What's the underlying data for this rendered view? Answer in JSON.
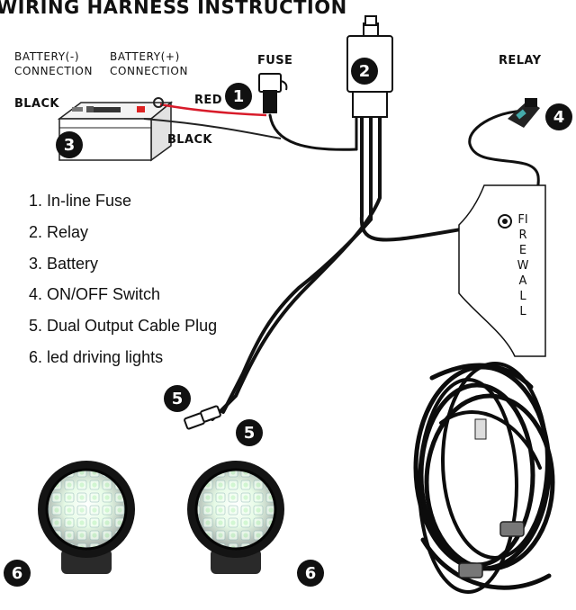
{
  "title": "WIRING HARNESS INSTRUCTION",
  "labels": {
    "battery_neg": "BATTERY(-)",
    "battery_neg_sub": "CONNECTION",
    "battery_pos": "BATTERY(+)",
    "battery_pos_sub": "CONNECTION",
    "fuse": "FUSE",
    "relay": "RELAY",
    "black_left": "BLACK",
    "red": "RED",
    "black_bottom": "BLACK",
    "firewall": "FIREWALL"
  },
  "badges": {
    "fuse": "1",
    "relay": "2",
    "battery": "3",
    "switch": "4",
    "plug_left": "5",
    "plug_right": "5",
    "light_left": "6",
    "light_right": "6"
  },
  "legend": [
    "1. In-line Fuse",
    "2. Relay",
    "3. Battery",
    "4. ON/OFF Switch",
    "5. Dual Output Cable Plug",
    "6. led driving lights"
  ],
  "colors": {
    "wire": "#111111",
    "red_wire": "#d81b2a",
    "led": "#e9fbe9"
  }
}
